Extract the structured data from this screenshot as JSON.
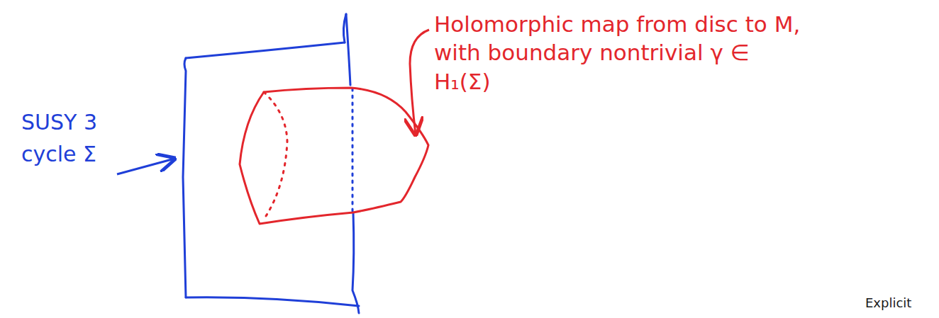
{
  "diagram": {
    "labels": [
      "SUSY 3 cycle Σ",
      "Holomorphic map from disc to M, with boundary nontrivial γ ∈ H₁(Σ)",
      "Explicit"
    ]
  }
}
